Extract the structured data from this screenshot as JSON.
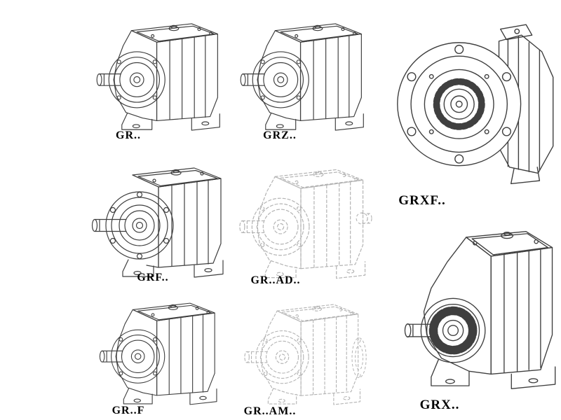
{
  "figures": [
    {
      "id": "gr",
      "label": "GR..",
      "drawing": "helical-gearbox-iso",
      "line_style": "solid"
    },
    {
      "id": "grz",
      "label": "GRZ..",
      "drawing": "helical-gearbox-iso",
      "line_style": "solid"
    },
    {
      "id": "grxf",
      "label": "GRXF..",
      "drawing": "flange-gearbox-front-view",
      "line_style": "solid"
    },
    {
      "id": "grf",
      "label": "GRF..",
      "drawing": "flange-gearbox-iso",
      "line_style": "solid"
    },
    {
      "id": "gr-ad",
      "label": "GR..AD..",
      "drawing": "gearbox-with-input-adapter-iso",
      "line_style": "dashed"
    },
    {
      "id": "gr-f",
      "label": "GR..F",
      "drawing": "helical-gearbox-iso",
      "line_style": "solid"
    },
    {
      "id": "gr-am",
      "label": "GR..AM..",
      "drawing": "gearbox-with-motor-flange-iso",
      "line_style": "dashed"
    },
    {
      "id": "grx",
      "label": "GRX..",
      "drawing": "large-helical-gearbox-iso",
      "line_style": "solid"
    }
  ],
  "colors": {
    "background": "#ffffff",
    "line_solid": "#3f3f3f",
    "line_dashed": "#b3b3b3",
    "label_text": "#000000"
  }
}
